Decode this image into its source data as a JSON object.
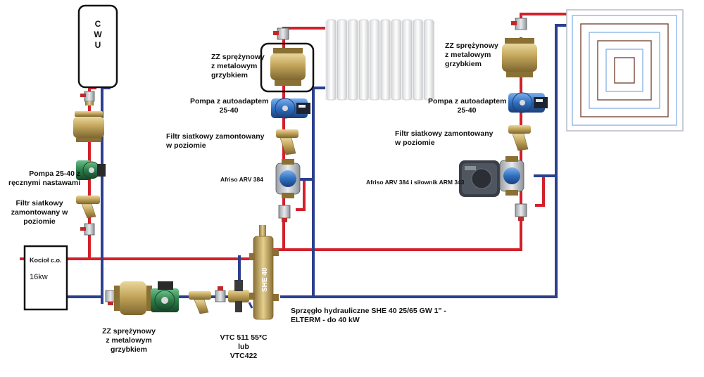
{
  "colors": {
    "supply_pipe": "#d3202a",
    "return_pipe": "#2c3f8f",
    "brass": "#b79a4e",
    "pump_blue": "#2f6fc0",
    "pump_green": "#2e7d4a"
  },
  "cwu": {
    "letters": [
      "C",
      "W",
      "U"
    ]
  },
  "boiler": {
    "title": "Kocioł c.o.",
    "power": "16kw"
  },
  "left_branch": {
    "pump_label": [
      "Pompa 25-40 z",
      "ręcznymi nastawami"
    ],
    "filter_label": [
      "Filtr siatkowy",
      "zamontowany w",
      "poziomie"
    ]
  },
  "bottom_row": {
    "check_valve_label": [
      "ZZ sprężynowy",
      "z metalowym",
      "grzybkiem"
    ],
    "vtc_label": [
      "VTC 511 55*C",
      "lub",
      "VTC422"
    ]
  },
  "separator": {
    "tag": "SHE 40",
    "label": [
      "Sprzęgło hydrauliczne SHE 40 25/65 GW 1\" -",
      "ELTERM - do 40 kW"
    ]
  },
  "middle_branch": {
    "check_valve_label": [
      "ZZ sprężynowy",
      "z metalowym",
      "grzybkiem"
    ],
    "pump_label": [
      "Pompa z autoadaptem"
    ],
    "pump_model": "25-40",
    "filter_label": [
      "Filtr siatkowy zamontowany",
      "w poziomie"
    ],
    "mixer_label": "Afriso ARV 384"
  },
  "right_branch": {
    "check_valve_label": [
      "ZZ sprężynowy",
      "z metalowym",
      "grzybkiem"
    ],
    "pump_label": [
      "Pompa z autoadaptem"
    ],
    "pump_model": "25-40",
    "filter_label": [
      "Filtr siatkowy zamontowany",
      "w poziomie"
    ],
    "mixer_label": "Afriso ARV 384 i siłownik  ARM 343"
  }
}
